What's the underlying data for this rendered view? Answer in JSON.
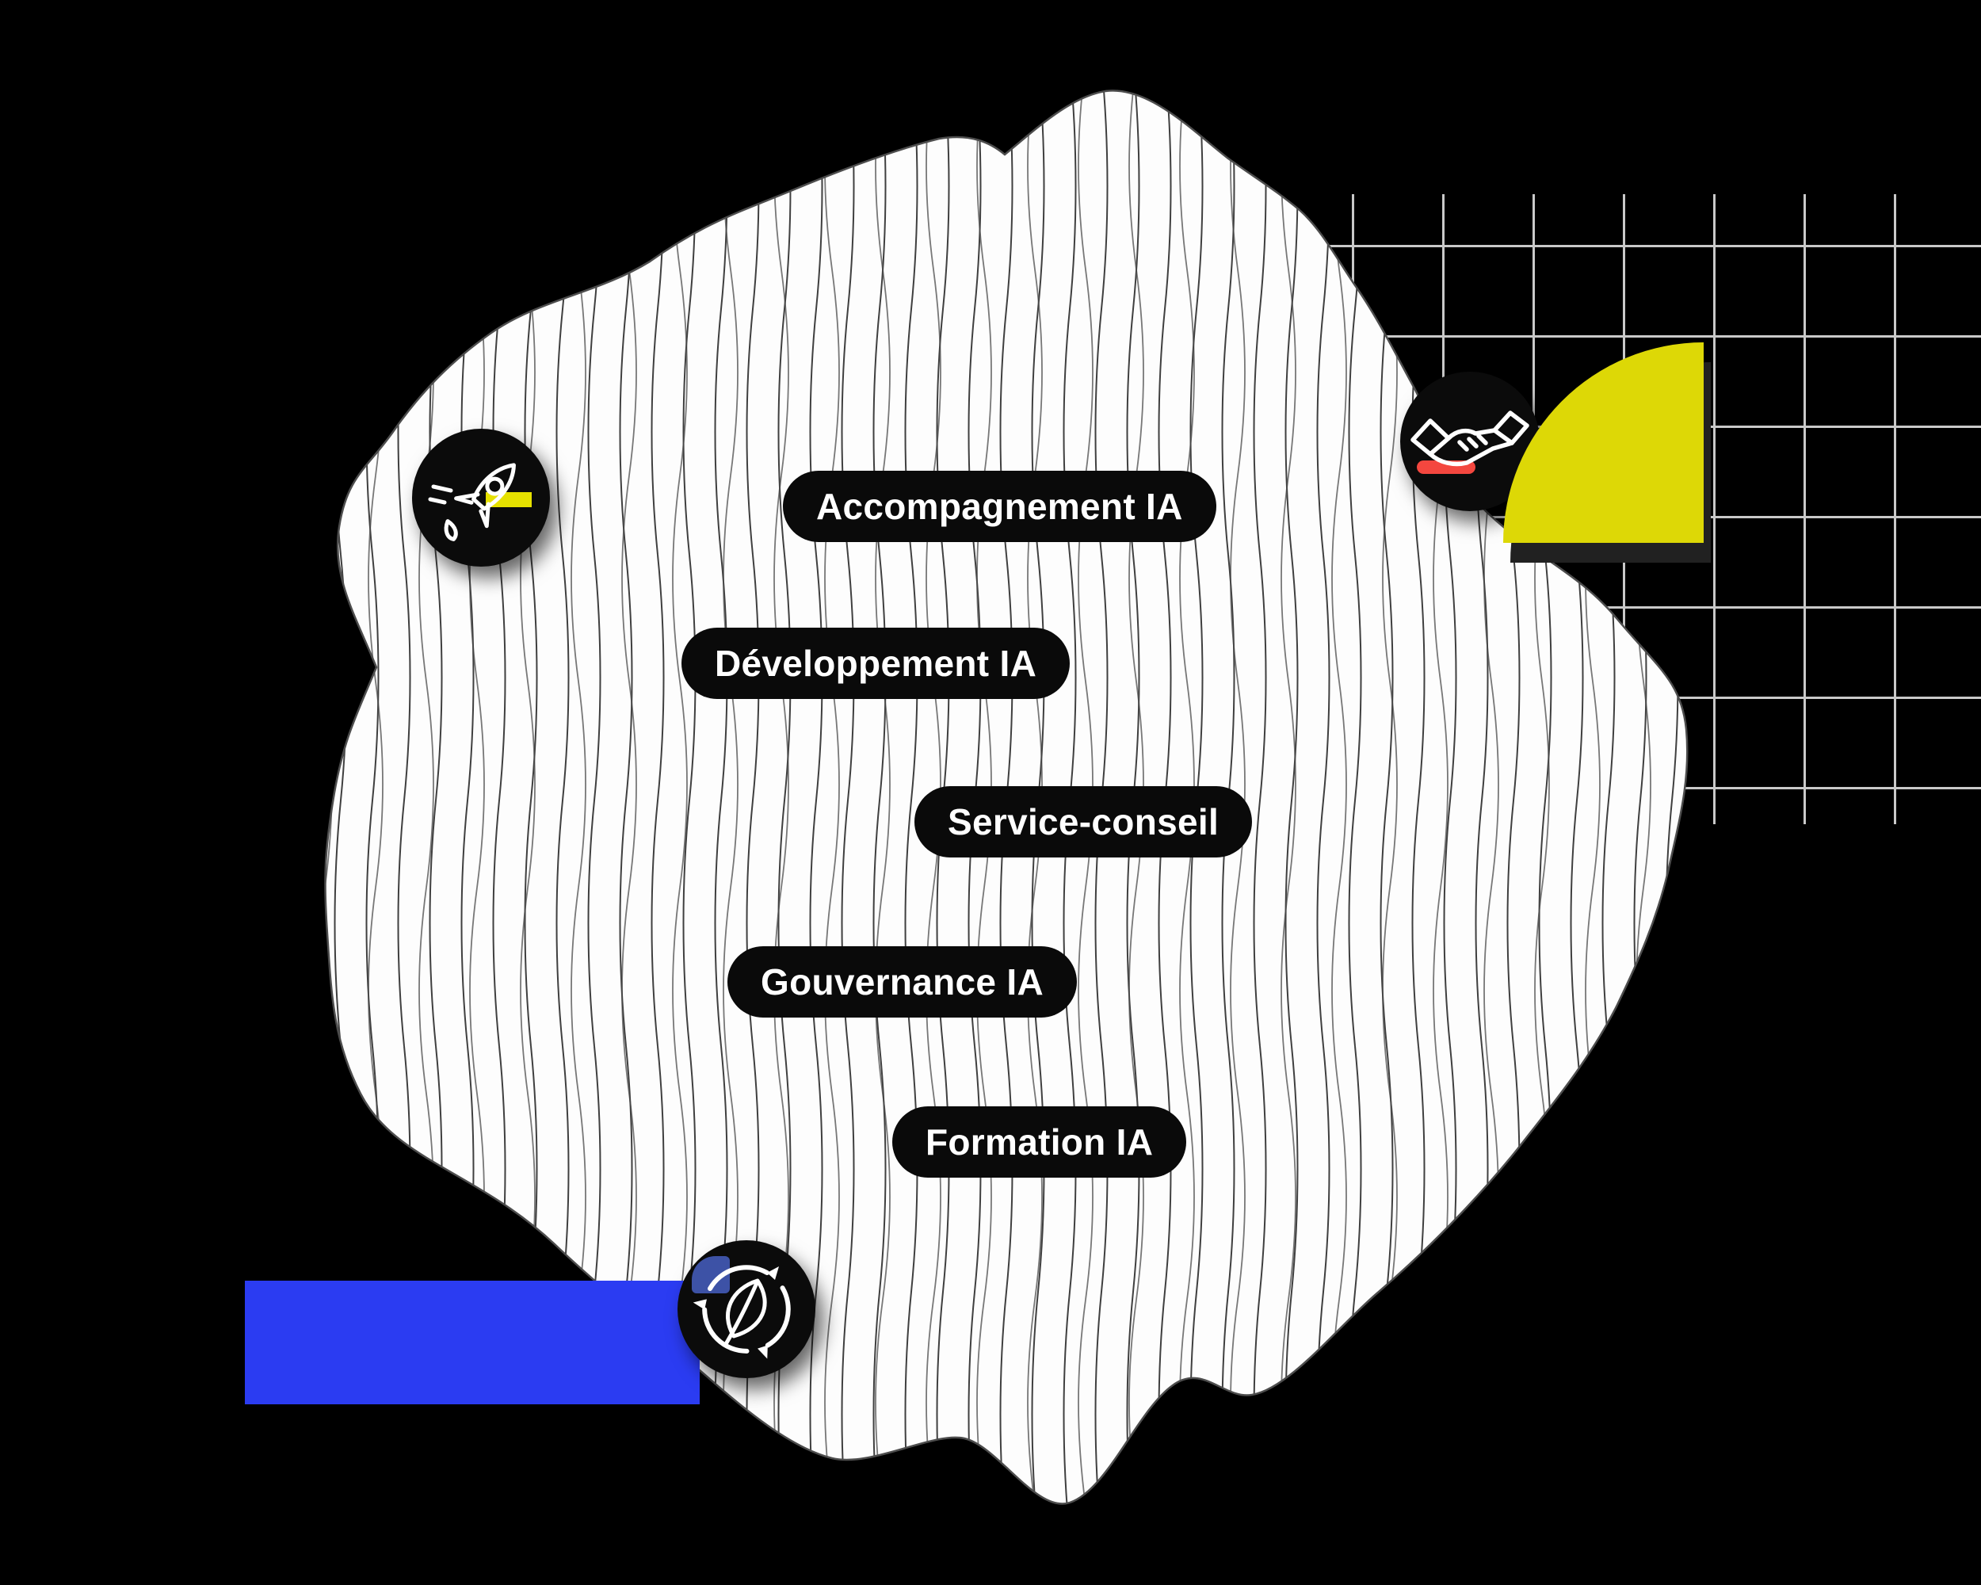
{
  "pills": [
    {
      "label": "Accompagnement IA"
    },
    {
      "label": "Développement IA"
    },
    {
      "label": "Service-conseil"
    },
    {
      "label": "Gouvernance IA"
    },
    {
      "label": "Formation IA"
    }
  ],
  "icons": [
    {
      "name": "rocket-icon",
      "accent_color": "#e6e100"
    },
    {
      "name": "handshake-icon",
      "accent_color": "#f4473f"
    },
    {
      "name": "leaf-cycle-icon",
      "accent_color": "#3d52a6"
    }
  ],
  "colors": {
    "background": "#000000",
    "blob_fill": "#fdfdfd",
    "blob_line": "#3f3f3f",
    "blob_outline": "#4d4d4d",
    "grid_line": "#c9c9c9",
    "pill_background": "#0a0a0a",
    "pill_text": "#ffffff",
    "accent_yellow": "#ddd806",
    "accent_blue": "#2b3cf2",
    "accent_red": "#f4473f",
    "quarter_shadow": "#212121"
  }
}
